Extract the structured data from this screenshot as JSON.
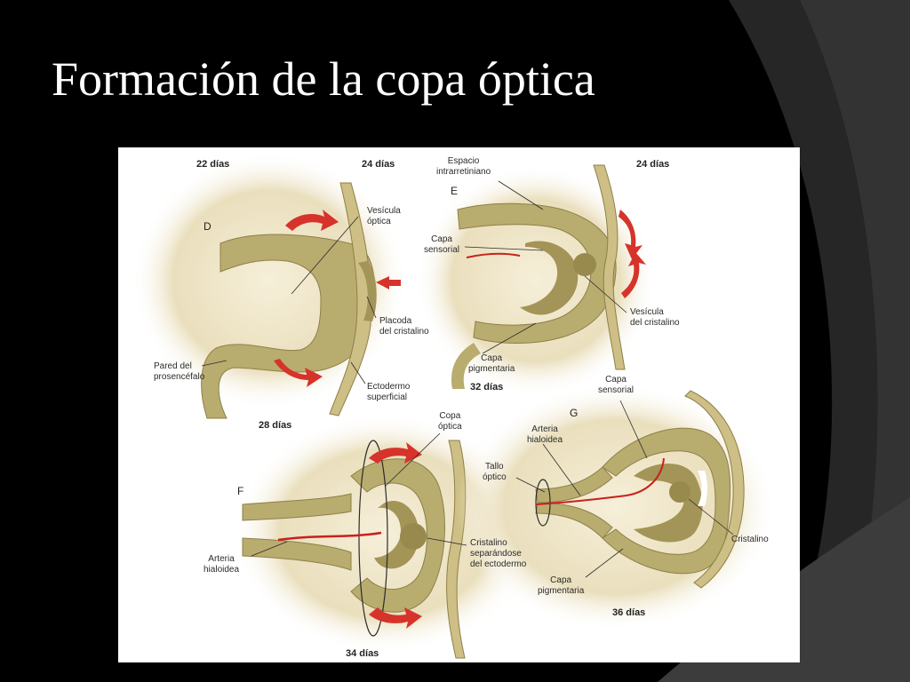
{
  "slide": {
    "title": "Formación de la copa óptica",
    "colors": {
      "background": "#000000",
      "accent_dark": "#262626",
      "accent_mid": "#3c3c3c",
      "tissue": "#b9ac6f",
      "arrow": "#d6332b",
      "artery": "#c8201c"
    }
  },
  "figure": {
    "days": {
      "d22": "22 días",
      "d24a": "24 días",
      "d24b": "24 días",
      "d32": "32 días",
      "d28": "28 días",
      "d34": "34 días",
      "d36": "36 días"
    },
    "panels": {
      "d": "D",
      "e": "E",
      "f": "F",
      "g": "G"
    },
    "labels": {
      "vesicula_optica": "Vesícula\nóptica",
      "placoda": "Placoda\ndel cristalino",
      "pared": "Pared del\nprosencéfalo",
      "ectodermo": "Ectodermo\nsuperficial",
      "espacio": "Espacio\nintrarretiniano",
      "capa_sensorial_e": "Capa\nsensorial",
      "vesicula_cristalino": "Vesícula\ndel cristalino",
      "capa_pigmentaria_e": "Capa\npigmentaria",
      "copa_optica": "Copa\nóptica",
      "arteria_f": "Arteria\nhialoidea",
      "cristalino_separandose": "Cristalino\nseparándose\ndel ectodermo",
      "capa_sensorial_g": "Capa\nsensorial",
      "arteria_g": "Arteria\nhialoidea",
      "tallo": "Tallo\nóptico",
      "cristalino": "Cristalino",
      "capa_pigmentaria_g": "Capa\npigmentaria"
    }
  }
}
